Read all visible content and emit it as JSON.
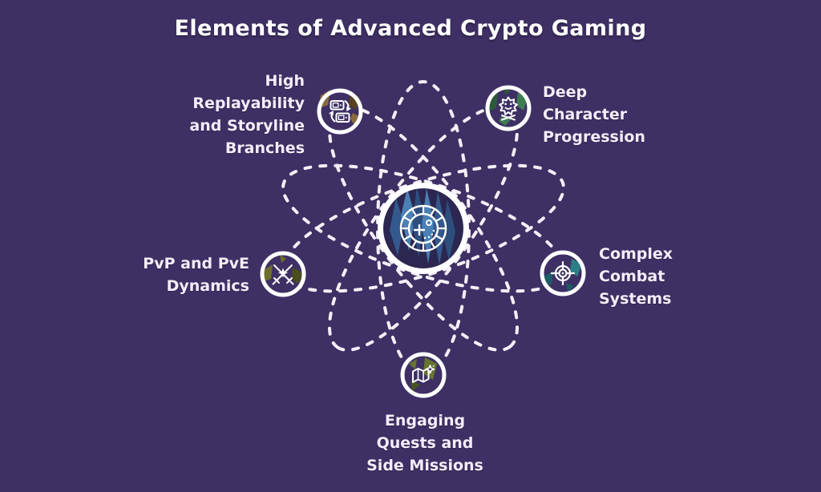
{
  "title": "Elements of Advanced Crypto Gaming",
  "colors": {
    "background": "#3e3064",
    "line": "#f4f0f8",
    "hub_fill": "#2c2750",
    "crystal_light": "#4a80b5",
    "crystal_mid": "#33598f",
    "accent_brown": "#8a6b3d",
    "accent_green": "#3e7c52",
    "accent_olive": "#6d6d2e",
    "accent_teal": "#2d7e85",
    "accent_moss": "#66742f"
  },
  "center": {
    "icon": "radar-compass-icon"
  },
  "nodes": [
    {
      "id": "high-replayability",
      "label": "High\nReplayability\nand Storyline\nBranches",
      "icon": "film-swap-icon"
    },
    {
      "id": "deep-character-progression",
      "label": "Deep\nCharacter\nProgression",
      "icon": "monster-icon"
    },
    {
      "id": "pvp-pve-dynamics",
      "label": "PvP and PvE\nDynamics",
      "icon": "crossed-swords-icon"
    },
    {
      "id": "complex-combat-systems",
      "label": "Complex\nCombat\nSystems",
      "icon": "crosshair-target-icon"
    },
    {
      "id": "engaging-quests",
      "label": "Engaging\nQuests and\nSide Missions",
      "icon": "treasure-map-icon"
    }
  ]
}
